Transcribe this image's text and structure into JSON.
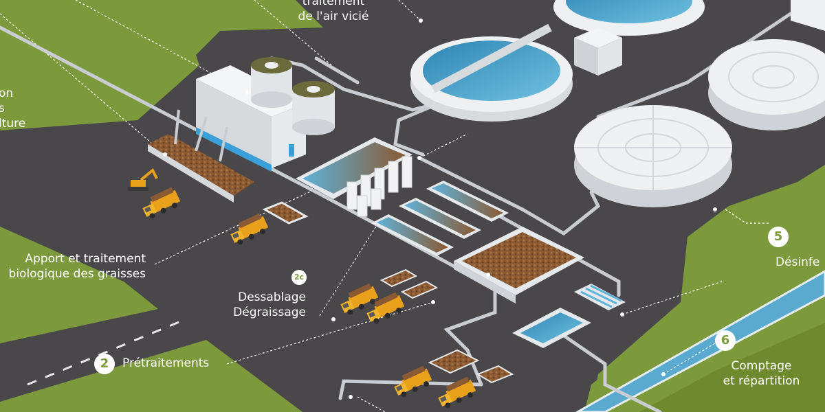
{
  "labels": {
    "top_center_line1": "traitement",
    "top_center_line2": "de l'air vicié",
    "left_edge_line1": "on",
    "left_edge_line2": "s",
    "left_edge_line3": "lture",
    "grease_line1": "Apport et traitement",
    "grease_line2": "biologique des graisses",
    "sand_line1": "Dessablage",
    "sand_line2": "Dégraissage",
    "pretreatment": "Prétraitements",
    "disinfection": "Désinfe",
    "metering_line1": "Comptage",
    "metering_line2": "et répartition"
  },
  "badges": {
    "sand_grease": "2c",
    "pretreatment": "2",
    "disinfection": "5",
    "metering": "6"
  },
  "colors": {
    "grass": "#7c9a3c",
    "asphalt": "#4a474a",
    "label_text": "#ffffff",
    "badge_fill": "#ffffff",
    "water": "#4aa3c8",
    "truck": "#e9a01a",
    "sludge": "#8a5a34"
  }
}
